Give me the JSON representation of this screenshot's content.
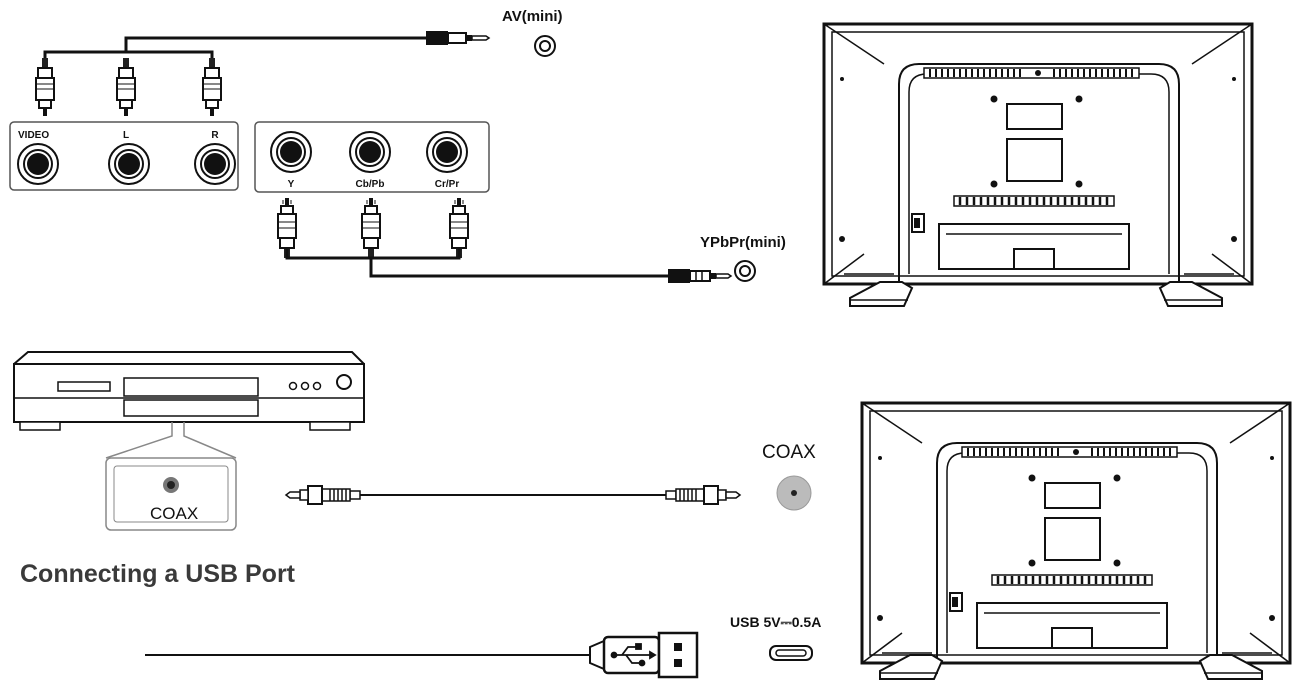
{
  "labels": {
    "av_mini": "AV(mini)",
    "ypbpr_mini": "YPbPr(mini)",
    "video": "VIDEO",
    "l": "L",
    "r": "R",
    "y": "Y",
    "cb_pb": "Cb/Pb",
    "cr_pr": "Cr/Pr",
    "coax_device": "COAX",
    "coax_tv": "COAX",
    "usb_port": "USB  5V⎓0.5A"
  },
  "heading": "Connecting a USB Port"
}
